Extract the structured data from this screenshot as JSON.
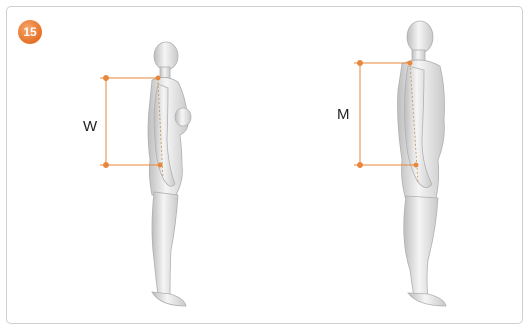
{
  "step": {
    "number": "15"
  },
  "figures": {
    "female": {
      "label": "W"
    },
    "male": {
      "label": "M"
    }
  },
  "colors": {
    "accent": "#e8873c",
    "badge": "#e57026",
    "spine": "#c8a36a"
  }
}
